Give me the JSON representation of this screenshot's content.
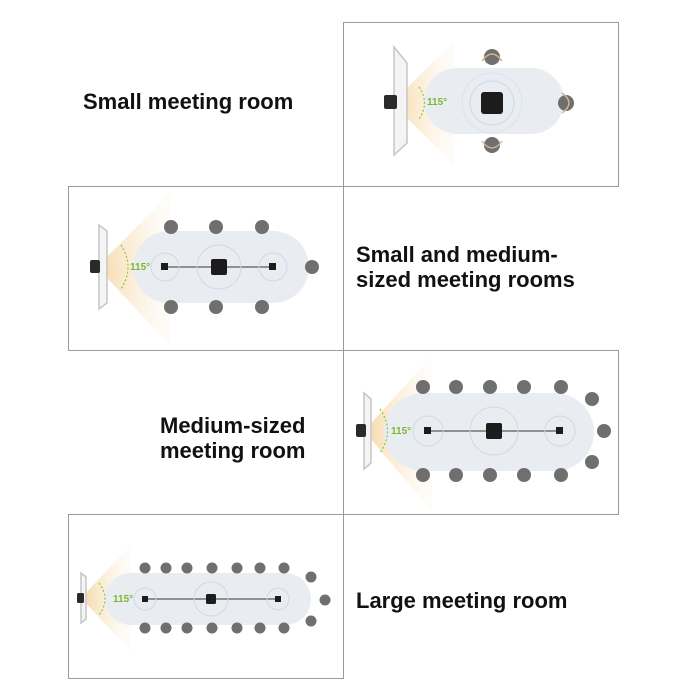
{
  "labels": {
    "small": "Small meeting room",
    "small_medium_line1": "Small and medium-",
    "small_medium_line2": "sized meeting rooms",
    "medium_line1": "Medium-sized",
    "medium_line2": "meeting room",
    "large": "Large meeting room"
  },
  "angle_label": "115°",
  "colors": {
    "camera_cone": "#f7dfb6",
    "angle_arc": "#8cc63f",
    "angle_text": "#7cb82f",
    "table": "#e9edf2",
    "device": "#1c1c1c",
    "border": "#9a9a9a"
  },
  "icons": {
    "camera": "camera-icon",
    "speakerphone": "speakerphone-icon",
    "mic": "microphone-icon",
    "chair": "chair-icon",
    "screen": "display-screen-icon"
  }
}
